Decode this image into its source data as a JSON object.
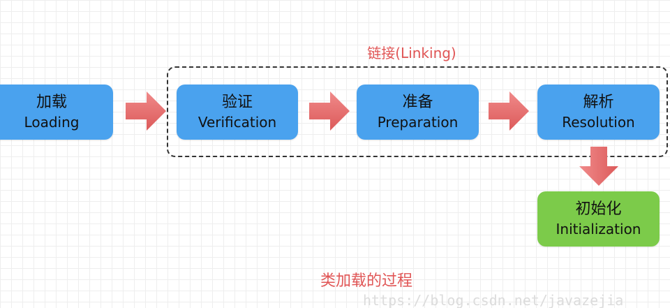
{
  "linking": {
    "label": "链接(Linking)"
  },
  "stages": {
    "loading": {
      "zh": "加载",
      "en": "Loading"
    },
    "verification": {
      "zh": "验证",
      "en": "Verification"
    },
    "preparation": {
      "zh": "准备",
      "en": "Preparation"
    },
    "resolution": {
      "zh": "解析",
      "en": "Resolution"
    },
    "initialization": {
      "zh": "初始化",
      "en": "Initialization"
    }
  },
  "caption": "类加载的过程",
  "watermark": "https://blog.csdn.net/javazejia",
  "colors": {
    "stage_blue": "#4aa2ee",
    "stage_green": "#7ccb4a",
    "arrow": "#e86a6a",
    "accent_text": "#e05555",
    "frame": "#333333"
  }
}
